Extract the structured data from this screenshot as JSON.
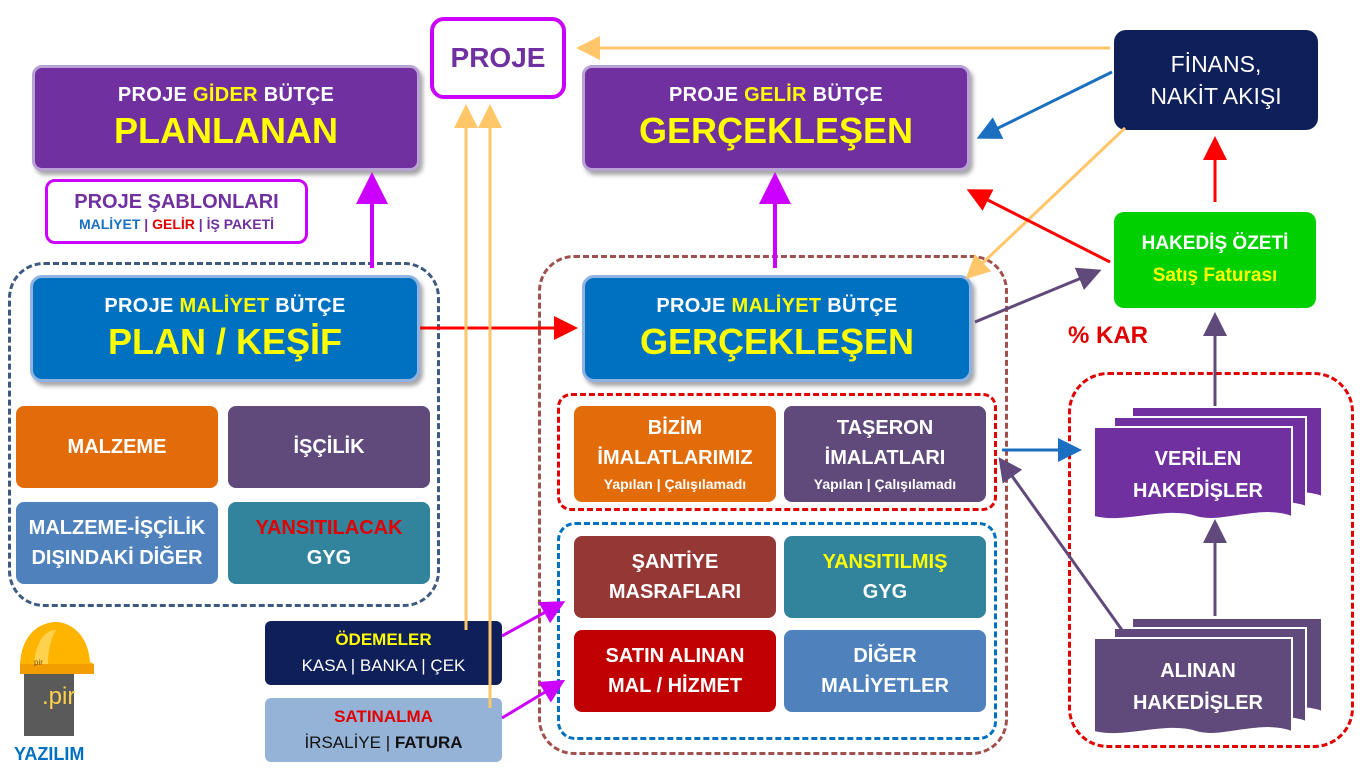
{
  "proje": "PROJE",
  "gider_butce": {
    "pre": "PROJE ",
    "hl": "GİDER",
    "post": " BÜTÇE",
    "main": "PLANLANAN"
  },
  "gelir_butce": {
    "pre": "PROJE ",
    "hl": "GELİR",
    "post": " BÜTÇE",
    "main": "GERÇEKLEŞEN"
  },
  "finans": {
    "line1": "FİNANS,",
    "line2": "NAKİT AKIŞI"
  },
  "sablonlar": {
    "title": "PROJE  ŞABLONLARI",
    "maliyet": "MALİYET",
    "sep": " | ",
    "gelir": "GELİR",
    "is_paketi": "İŞ PAKETİ"
  },
  "maliyet_plan": {
    "pre": "PROJE ",
    "hl": "MALİYET",
    "post": " BÜTÇE",
    "main": "PLAN / KEŞİF"
  },
  "maliyet_gercek": {
    "pre": "PROJE ",
    "hl": "MALİYET",
    "post": " BÜTÇE",
    "main": "GERÇEKLEŞEN"
  },
  "hakedis_ozeti": {
    "line1": "HAKEDİŞ  ÖZETİ",
    "line2": "Satış Faturası"
  },
  "kar": "% KAR",
  "plan_tiles": {
    "malzeme": "MALZEME",
    "iscilik": "İŞÇİLİK",
    "diger_1": "MALZEME-İŞÇİLİK",
    "diger_2": "DIŞINDAKİ DİĞER",
    "yansitilacak": "YANSITILACAK",
    "gyg": "GYG"
  },
  "real_tiles": {
    "bizim_1": "BİZİM",
    "bizim_2": "İMALATLARIMIZ",
    "bizim_sub": "Yapılan | Çalışılamadı",
    "taseron_1": "TAŞERON",
    "taseron_2": "İMALATLARI",
    "taseron_sub": "Yapılan | Çalışılamadı",
    "santiye_1": "ŞANTİYE",
    "santiye_2": "MASRAFLARI",
    "yansitilmis": "YANSITILMIŞ",
    "gyg": "GYG",
    "satin_1": "SATIN ALINAN",
    "satin_2": "MAL / HİZMET",
    "diger_1": "DİĞER",
    "diger_2": "MALİYETLER"
  },
  "odemeler": {
    "title": "ÖDEMELER",
    "sub": "KASA | BANKA | ÇEK"
  },
  "satinalma": {
    "title": "SATINALMA",
    "sub_pre": "İRSALİYE | ",
    "sub_bold": "FATURA"
  },
  "verilen": {
    "line1": "VERİLEN",
    "line2": "HAKEDİŞLER"
  },
  "alinan": {
    "line1": "ALINAN",
    "line2": "HAKEDİŞLER"
  },
  "logo": {
    "brand": ".pir",
    "small": "pir",
    "caption": "YAZILIM"
  },
  "colors": {
    "purple": "#7030a0",
    "blue": "#0070c0",
    "green": "#00d000",
    "orange": "#e36c0a",
    "grape": "#604a7b",
    "steel": "#4f81bd",
    "teal": "#31849b",
    "brick": "#953735",
    "crimson": "#c00000",
    "navy": "#0f1f5a",
    "arrow_red": "#ff0000",
    "arrow_magenta": "#cc00ff",
    "arrow_orange": "#ffc66a",
    "arrow_blue": "#1a6fc0",
    "arrow_grape": "#604a7b"
  }
}
